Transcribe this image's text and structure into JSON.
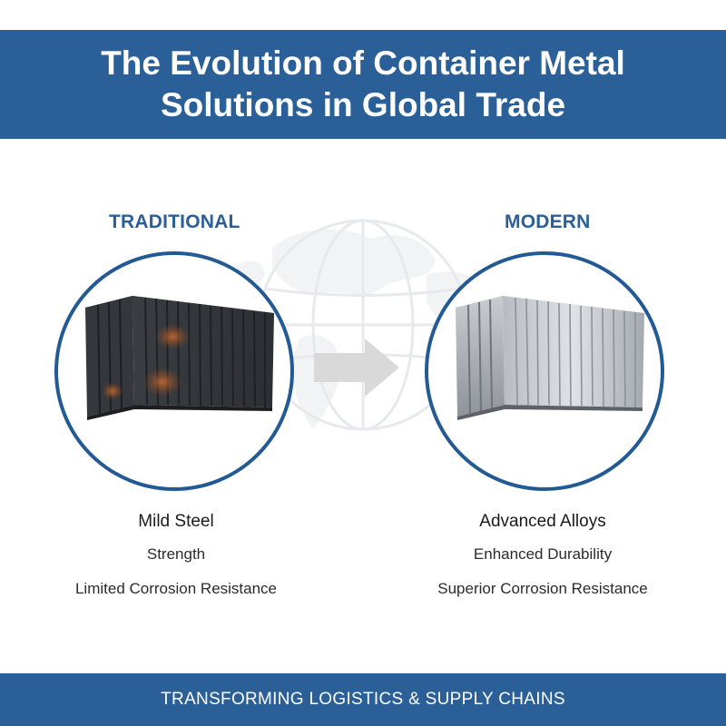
{
  "header": {
    "title": "The Evolution of Container Metal Solutions in Global Trade"
  },
  "traditional": {
    "label": "TRADITIONAL",
    "material": "Mild Steel",
    "property_1": "Strength",
    "property_2": "Limited Corrosion Resistance",
    "container_style": "rusted-dark-steel"
  },
  "modern": {
    "label": "MODERN",
    "material": "Advanced Alloys",
    "property_1": "Enhanced Durability",
    "property_2": "Superior Corrosion Resistance",
    "container_style": "polished-silver-alloy"
  },
  "footer": {
    "text": "TRANSFORMING LOGISTICS & SUPPLY CHAINS"
  },
  "colors": {
    "brand_blue": "#2a5f97",
    "circle_border": "#245a93",
    "arrow": "#d9d9d9"
  }
}
